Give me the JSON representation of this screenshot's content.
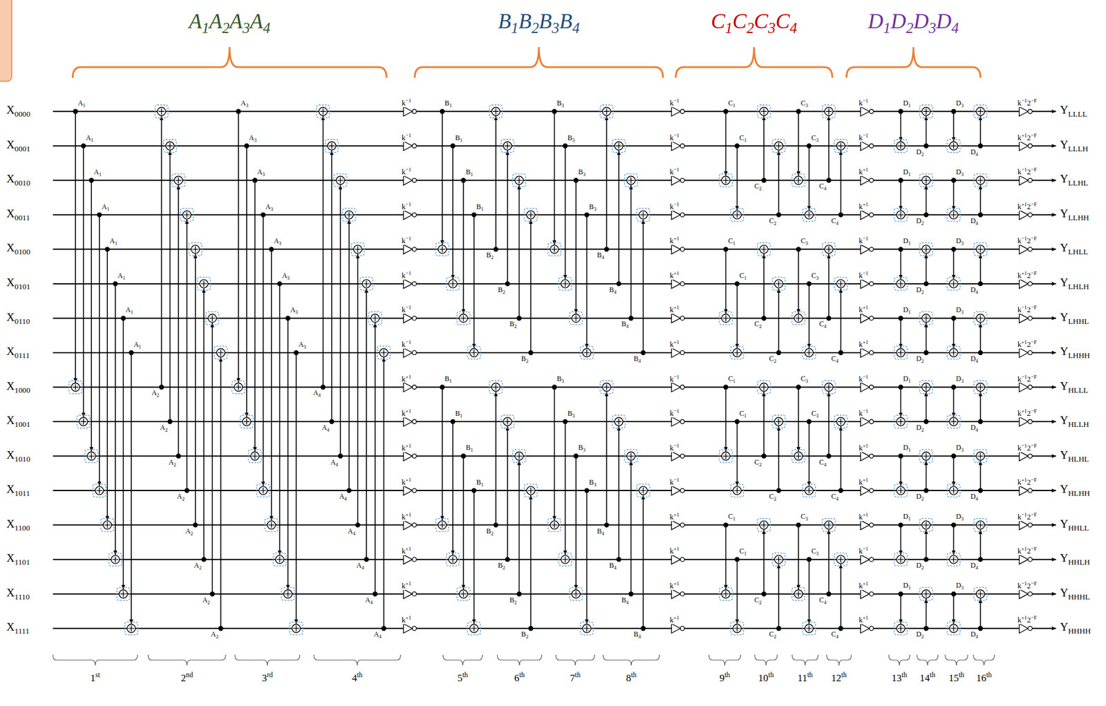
{
  "diagram": {
    "labels": [
      "A1A2A3A4",
      "B1B2B3B4",
      "C1C2C3C4",
      "D1D2D3D4",
      "X0000",
      "X0001",
      "X0010",
      "X0011",
      "X0100",
      "X0101",
      "X0110",
      "X0111",
      "X1000",
      "X1001",
      "X1010",
      "X1011",
      "X1100",
      "X1101",
      "X1110",
      "X1111",
      "YLLLL",
      "YLLLH",
      "YLLHL",
      "YLLHH",
      "YLHLL",
      "YLHLH",
      "YLHHL",
      "YLHHH",
      "YHLLL",
      "YHLLH",
      "YHLHL",
      "YHLHH",
      "YHHLL",
      "YHHLH",
      "YHHHL",
      "YHHHH",
      "1st",
      "2nd",
      "3rd",
      "4th",
      "5th",
      "6th",
      "7th",
      "8th",
      "9th",
      "10th",
      "11th",
      "12th",
      "13th",
      "14th",
      "15th",
      "16th",
      "A1",
      "A1",
      "A1",
      "A1",
      "A1",
      "A1",
      "A1",
      "A1",
      "A2",
      "A2",
      "A2",
      "A2",
      "A2",
      "A2",
      "A2",
      "A2",
      "A3",
      "A3",
      "A3",
      "A3",
      "A3",
      "A3",
      "A3",
      "A3",
      "A4",
      "A4",
      "A4",
      "A4",
      "A4",
      "A4",
      "A4",
      "A4",
      "B1",
      "B1",
      "B1",
      "B1",
      "B1",
      "B1",
      "B1",
      "B1",
      "B2",
      "B2",
      "B2",
      "B2",
      "B2",
      "B2",
      "B2",
      "B2",
      "B3",
      "B3",
      "B3",
      "B3",
      "B3",
      "B3",
      "B3",
      "B3",
      "B4",
      "B4",
      "B4",
      "B4",
      "B4",
      "B4",
      "B4",
      "B4",
      "C1",
      "C1",
      "C1",
      "C1",
      "C1",
      "C1",
      "C1",
      "C1",
      "C2",
      "C2",
      "C2",
      "C2",
      "C2",
      "C2",
      "C2",
      "C2",
      "C3",
      "C3",
      "C3",
      "C3",
      "C3",
      "C3",
      "C3",
      "C3",
      "C4",
      "C4",
      "C4",
      "C4",
      "C4",
      "C4",
      "C4",
      "C4",
      "D1",
      "D1",
      "D1",
      "D1",
      "D1",
      "D1",
      "D1",
      "D1",
      "D2",
      "D2",
      "D2",
      "D2",
      "D2",
      "D2",
      "D2",
      "D2",
      "D3",
      "D3",
      "D3",
      "D3",
      "D3",
      "D3",
      "D3",
      "D3",
      "D4",
      "D4",
      "D4",
      "D4",
      "D4",
      "D4",
      "D4",
      "D4",
      "k−1",
      "k−1",
      "k−1",
      "k−1",
      "k−1",
      "k−1",
      "k−1",
      "k−1",
      "k+1",
      "k+1",
      "k+1",
      "k+1",
      "k+1",
      "k+1",
      "k+1",
      "k+1",
      "k−1",
      "k−1",
      "k−1",
      "k−1",
      "k+1",
      "k+1",
      "k+1",
      "k+1",
      "k−1",
      "k−1",
      "k−1",
      "k−1",
      "k+1",
      "k+1",
      "k+1",
      "k+1",
      "k−1",
      "k−1",
      "k+1",
      "k+1",
      "k−1",
      "k−1",
      "k+1",
      "k+1",
      "k−1",
      "k−1",
      "k+1",
      "k+1",
      "k+1",
      "k−1",
      "k+1",
      "k+1",
      "k−12−F",
      "k+12−F",
      "k−12−F",
      "k+12−F",
      "k−12−F",
      "k+12−F",
      "k−12−F",
      "k+12−F",
      "k−12−F",
      "k+12−F",
      "k−12−F",
      "k+12−F",
      "k−12−F",
      "k+12−F",
      "k−12−F",
      "k+12−F"
    ]
  }
}
